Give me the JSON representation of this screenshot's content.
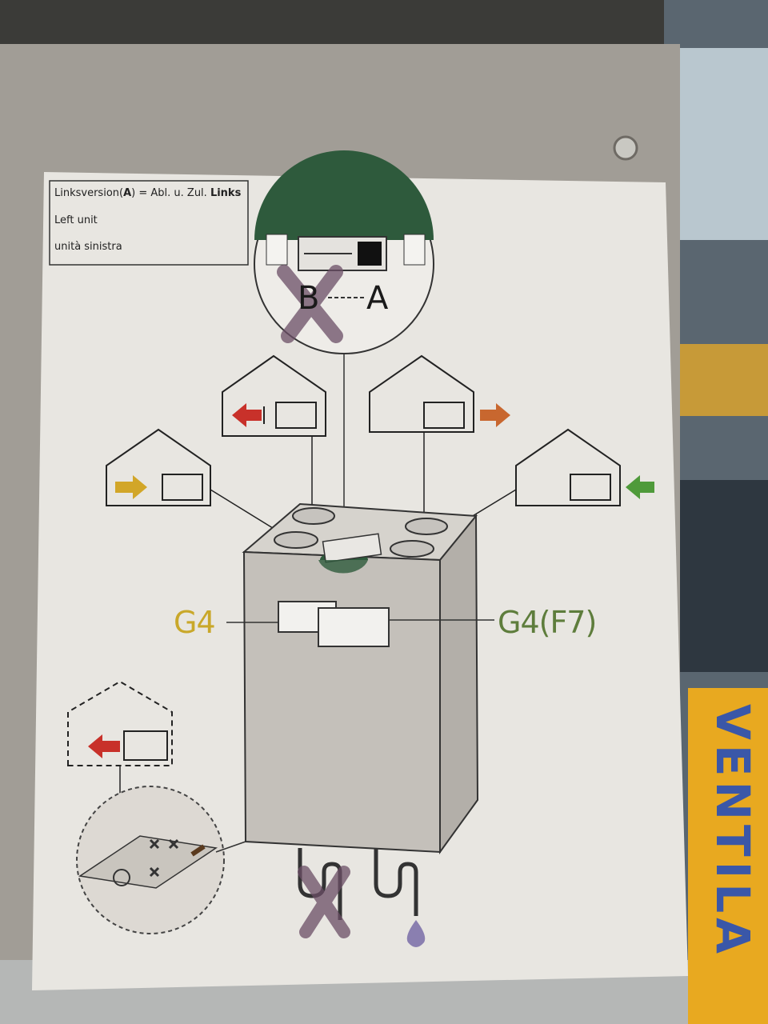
{
  "legend": {
    "line1_prefix": "Linksversion(",
    "line1_a": "A",
    "line1_mid": ") = Abl. u. Zul. ",
    "line1_bold": "Links",
    "line2": "Left unit",
    "line3": "unità sinistra"
  },
  "connector": {
    "left_label": "B",
    "right_label": "A"
  },
  "filters": {
    "left": "G4",
    "right": "G4(F7)"
  },
  "background_sign": "VENTILA",
  "colors": {
    "red_arrow": "#c8312a",
    "orange_arrow": "#c8672f",
    "yellow_arrow": "#d2a628",
    "green_arrow": "#4f9a3a",
    "dark_green": "#2e5a3c",
    "g4_text": "#c9a82a",
    "g4f7_text": "#5e7d3c",
    "cross_purple": "#6b4e66"
  }
}
